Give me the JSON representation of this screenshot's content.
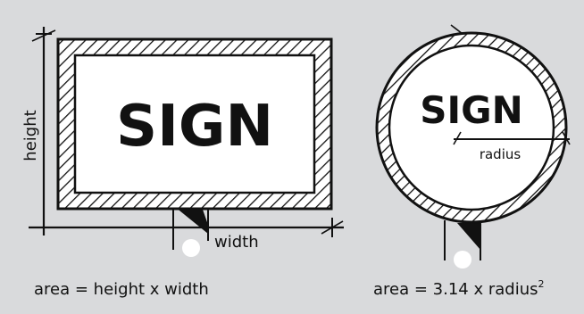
{
  "rect_sign": {
    "sign_text": "SIGN",
    "height_label": "height",
    "width_label": "width",
    "formula": "area = height x width"
  },
  "circle_sign": {
    "sign_text": "SIGN",
    "radius_label": "radius",
    "formula_prefix": "area = 3.14 x radius",
    "formula_superscript": "2"
  },
  "colors": {
    "background": "#d9dadc",
    "ink": "#111111",
    "sign_face": "#ffffff"
  }
}
